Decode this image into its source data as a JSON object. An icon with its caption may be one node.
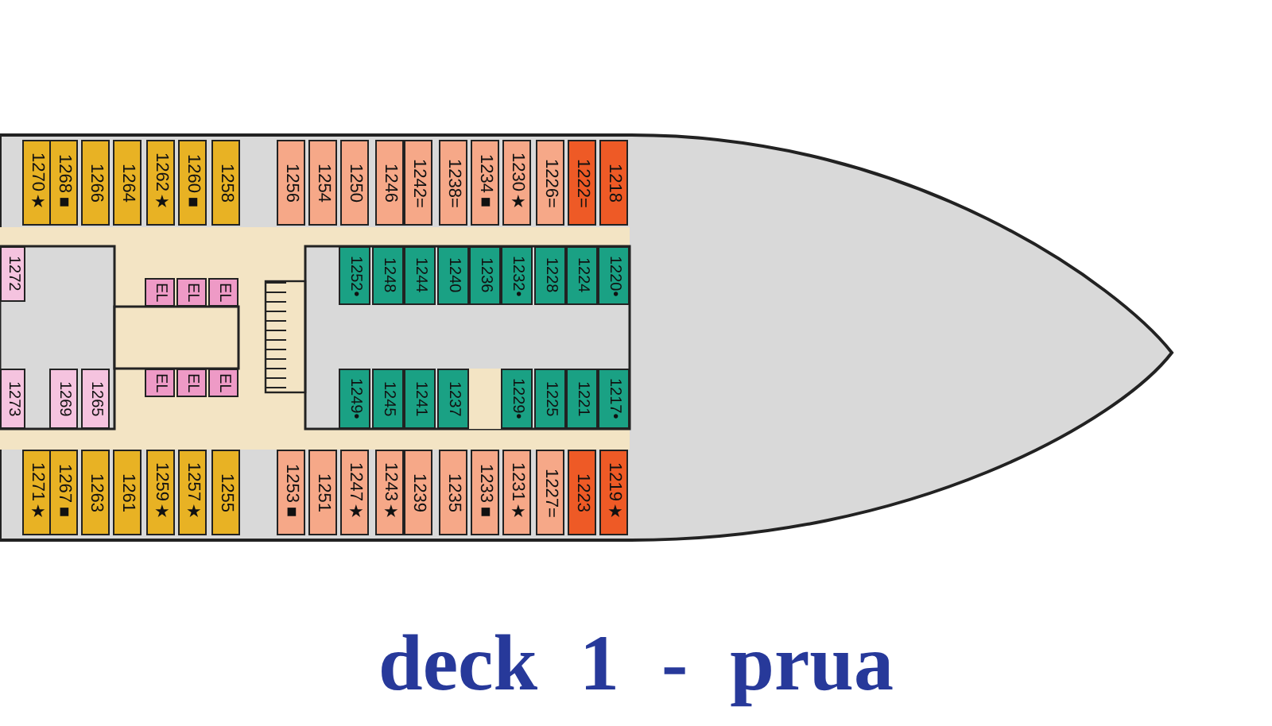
{
  "diagram": {
    "title": "deck 1 - prua",
    "nodes": [
      {
        "text": [
          "1270★"
        ]
      },
      {
        "text": [
          "1268■"
        ]
      },
      {
        "text": [
          "1266"
        ]
      },
      {
        "text": [
          "1264"
        ]
      },
      {
        "text": [
          "1262★"
        ]
      },
      {
        "text": [
          "1260■"
        ]
      },
      {
        "text": [
          "1258"
        ]
      },
      {
        "text": [
          "1256"
        ]
      },
      {
        "text": [
          "1254"
        ]
      },
      {
        "text": [
          "1250"
        ]
      },
      {
        "text": [
          "1246"
        ]
      },
      {
        "text": [
          "1242="
        ]
      },
      {
        "text": [
          "1238="
        ]
      },
      {
        "text": [
          "1234■"
        ]
      },
      {
        "text": [
          "1230★"
        ]
      },
      {
        "text": [
          "1226="
        ]
      },
      {
        "text": [
          "1222="
        ]
      },
      {
        "text": [
          "1218"
        ]
      },
      {
        "text": [
          "1272"
        ]
      },
      {
        "text": [
          "EL"
        ]
      },
      {
        "text": [
          "EL"
        ]
      },
      {
        "text": [
          "EL"
        ]
      },
      {
        "text": [
          "1252•"
        ]
      },
      {
        "text": [
          "1248"
        ]
      },
      {
        "text": [
          "1244"
        ]
      },
      {
        "text": [
          "1240"
        ]
      },
      {
        "text": [
          "1236"
        ]
      },
      {
        "text": [
          "1232•"
        ]
      },
      {
        "text": [
          "1228"
        ]
      },
      {
        "text": [
          "1224"
        ]
      },
      {
        "text": [
          "1220•"
        ]
      },
      {
        "text": [
          "1273"
        ]
      },
      {
        "text": [
          "1269"
        ]
      },
      {
        "text": [
          "1265"
        ]
      },
      {
        "text": [
          "EL"
        ]
      },
      {
        "text": [
          "EL"
        ]
      },
      {
        "text": [
          "EL"
        ]
      },
      {
        "text": [
          "1249•"
        ]
      },
      {
        "text": [
          "1245"
        ]
      },
      {
        "text": [
          "1241"
        ]
      },
      {
        "text": [
          "1237"
        ]
      },
      {
        "text": [
          "1229•"
        ]
      },
      {
        "text": [
          "1225"
        ]
      },
      {
        "text": [
          "1221"
        ]
      },
      {
        "text": [
          "1217•"
        ]
      },
      {
        "text": [
          "1271★"
        ]
      },
      {
        "text": [
          "1267■"
        ]
      },
      {
        "text": [
          "1263"
        ]
      },
      {
        "text": [
          "1261"
        ]
      },
      {
        "text": [
          "1259★"
        ]
      },
      {
        "text": [
          "1257★"
        ]
      },
      {
        "text": [
          "1255"
        ]
      },
      {
        "text": [
          "1253■"
        ]
      },
      {
        "text": [
          "1251"
        ]
      },
      {
        "text": [
          "1247★"
        ]
      },
      {
        "text": [
          "1243★"
        ]
      },
      {
        "text": [
          "1239"
        ]
      },
      {
        "text": [
          "1235"
        ]
      },
      {
        "text": [
          "1233■"
        ]
      },
      {
        "text": [
          "1231★"
        ]
      },
      {
        "text": [
          "1227="
        ]
      },
      {
        "text": [
          "1223"
        ]
      },
      {
        "text": [
          "1219★"
        ]
      }
    ]
  }
}
